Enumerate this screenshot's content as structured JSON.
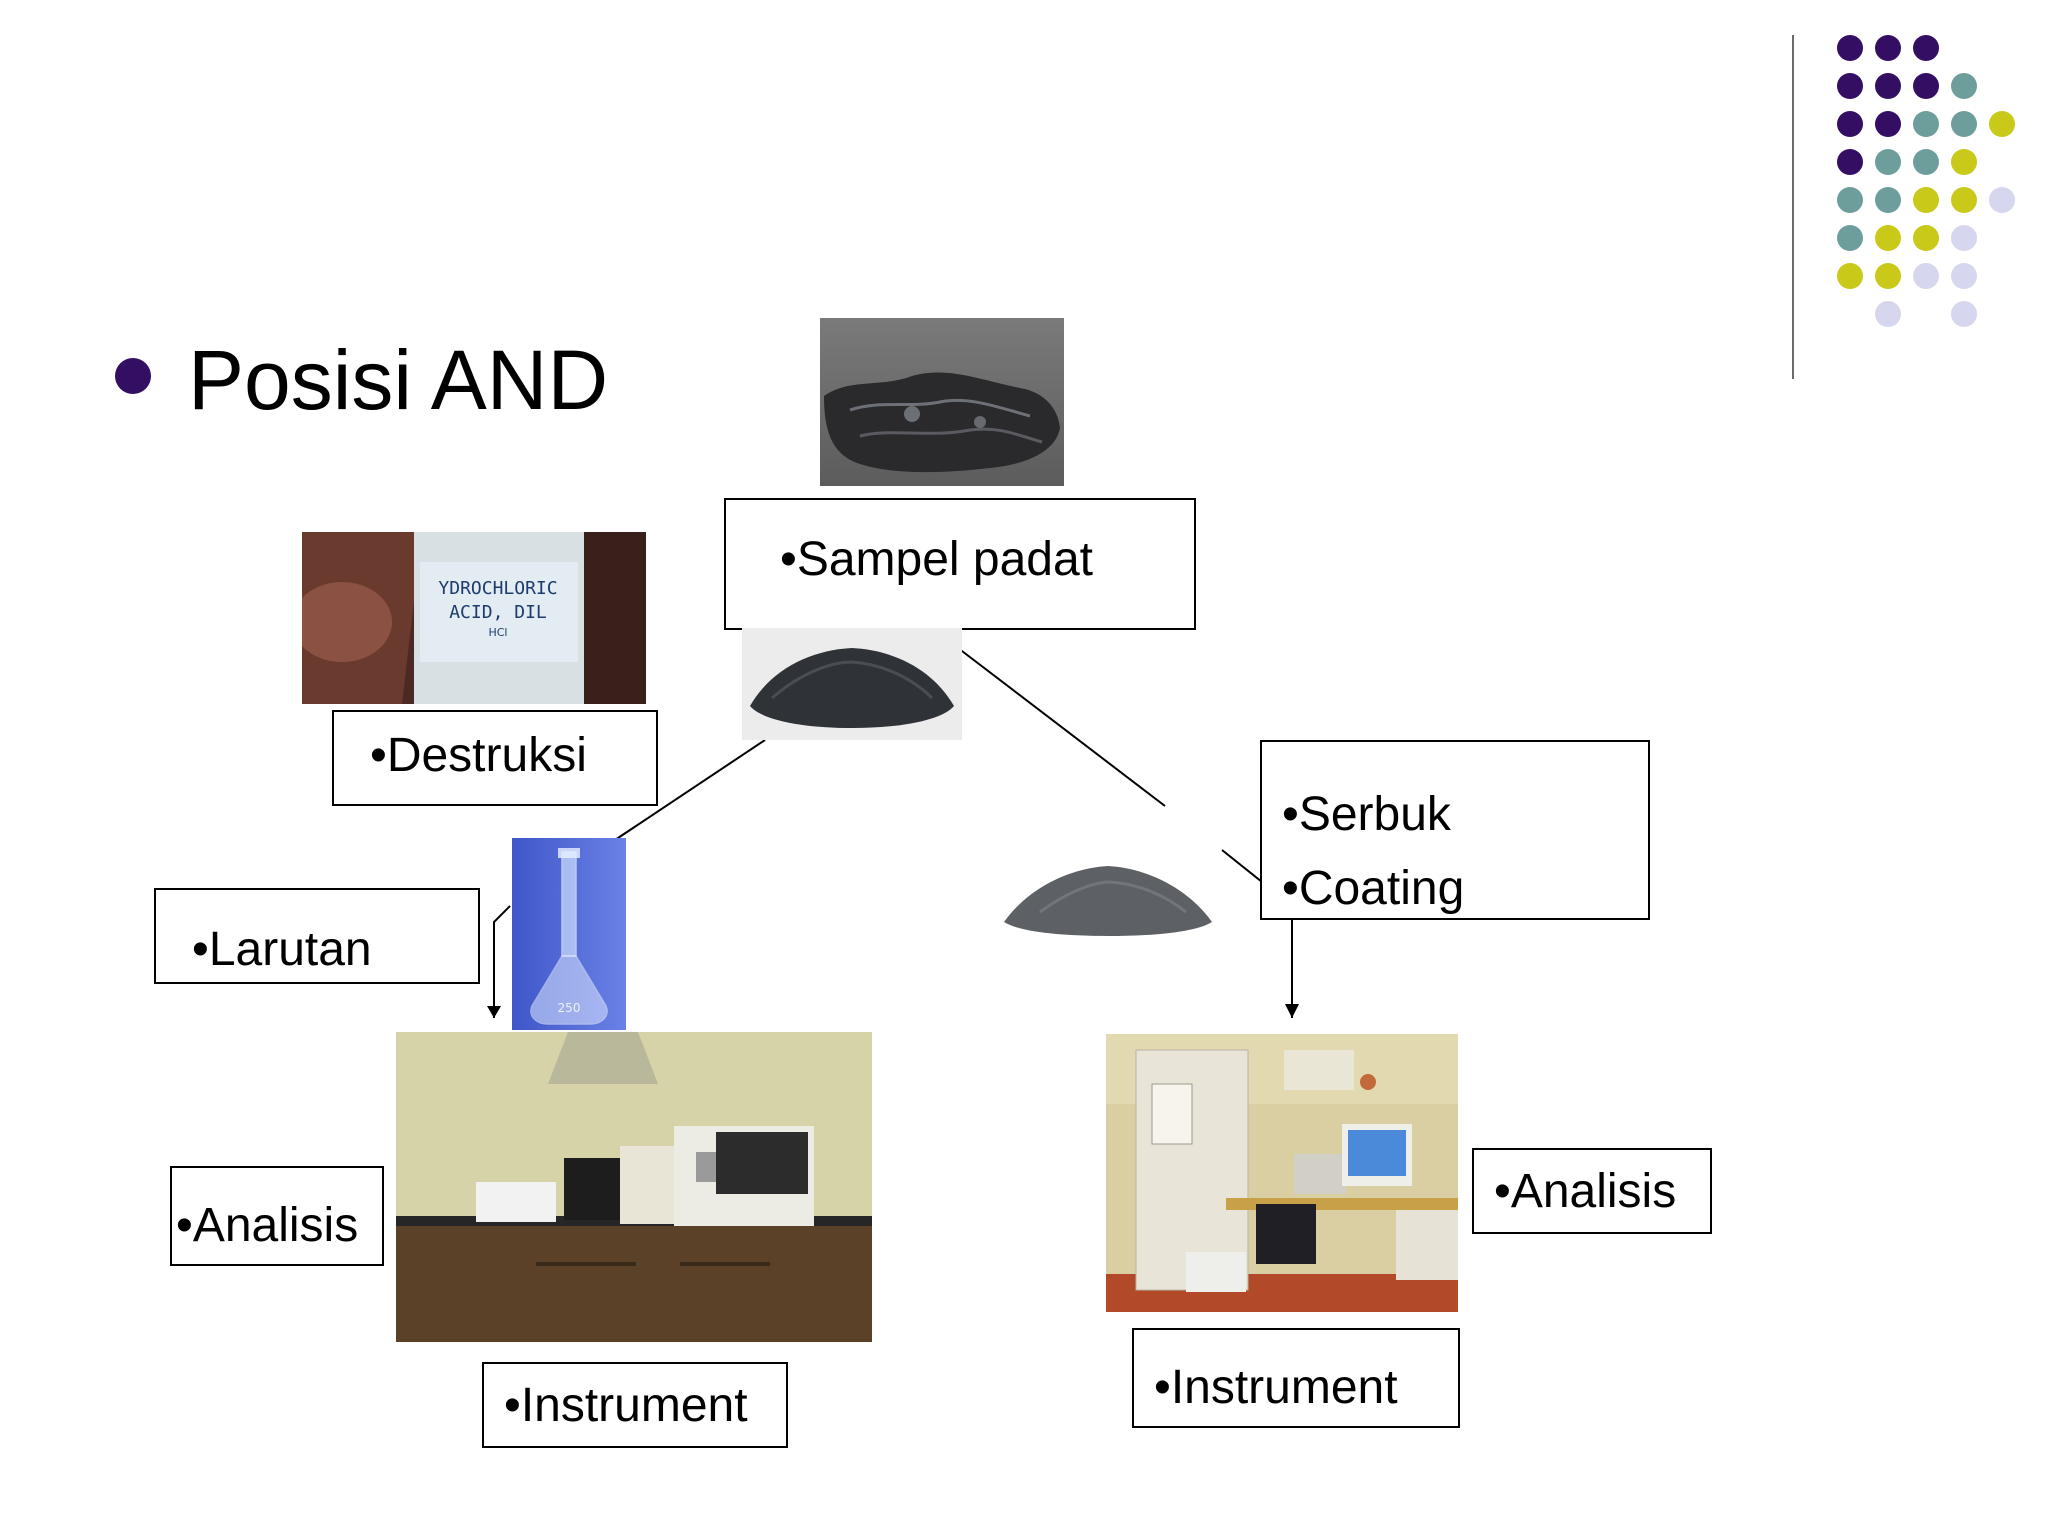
{
  "slide": {
    "title": "Posisi AND"
  },
  "labels": {
    "sampel_padat": "Sampel padat",
    "destruksi": "Destruksi",
    "larutan": "Larutan",
    "serbuk": "Serbuk",
    "coating": "Coating",
    "analisis_left": "Analisis",
    "analisis_right": "Analisis",
    "instrument_left": "Instrument",
    "instrument_right": "Instrument"
  },
  "bottle_label": {
    "line1": "YDROCHLORIC",
    "line2": "ACID, DIL",
    "line3": "HCl"
  },
  "flask_mark": "250",
  "colors": {
    "title_bullet": "#330e63",
    "dot_purple": "#330e63",
    "dot_teal": "#6e9e9c",
    "dot_yellow": "#c9c91a",
    "dot_lavender": "#d6d6ee",
    "rule": "#6b6b6b"
  }
}
